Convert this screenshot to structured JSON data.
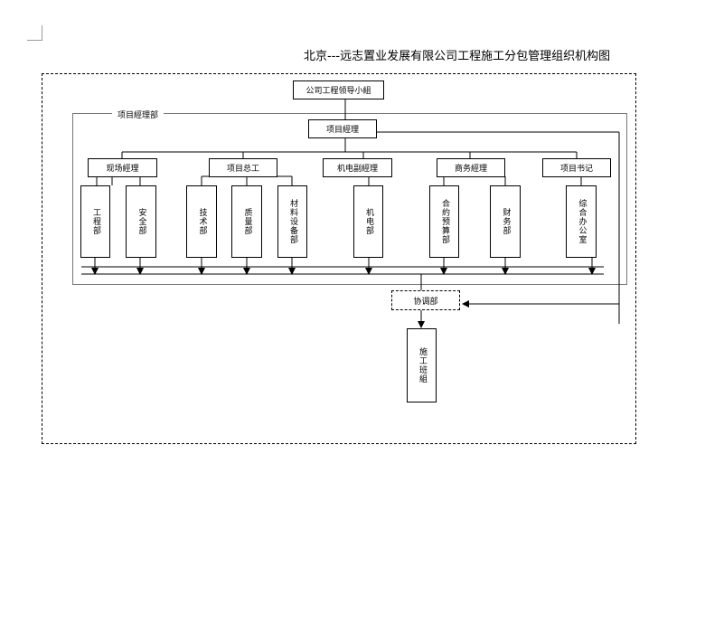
{
  "title": "北京---远志置业发展有限公司工程施工分包管理组织机构图",
  "diagram": {
    "leadership_group": "公司工程领导小組",
    "dept_group_label": "项目經理部",
    "project_manager": "项目經理",
    "managers": [
      "现场經理",
      "项目总工",
      "机电副經理",
      "商务經理",
      "项目书记"
    ],
    "departments": [
      "工程部",
      "安全部",
      "技术部",
      "质量部",
      "材料设备部",
      "机电部",
      "合約预算部",
      "财务部",
      "综合办公室"
    ],
    "coordination": "协调部",
    "teams": "施工班組"
  }
}
